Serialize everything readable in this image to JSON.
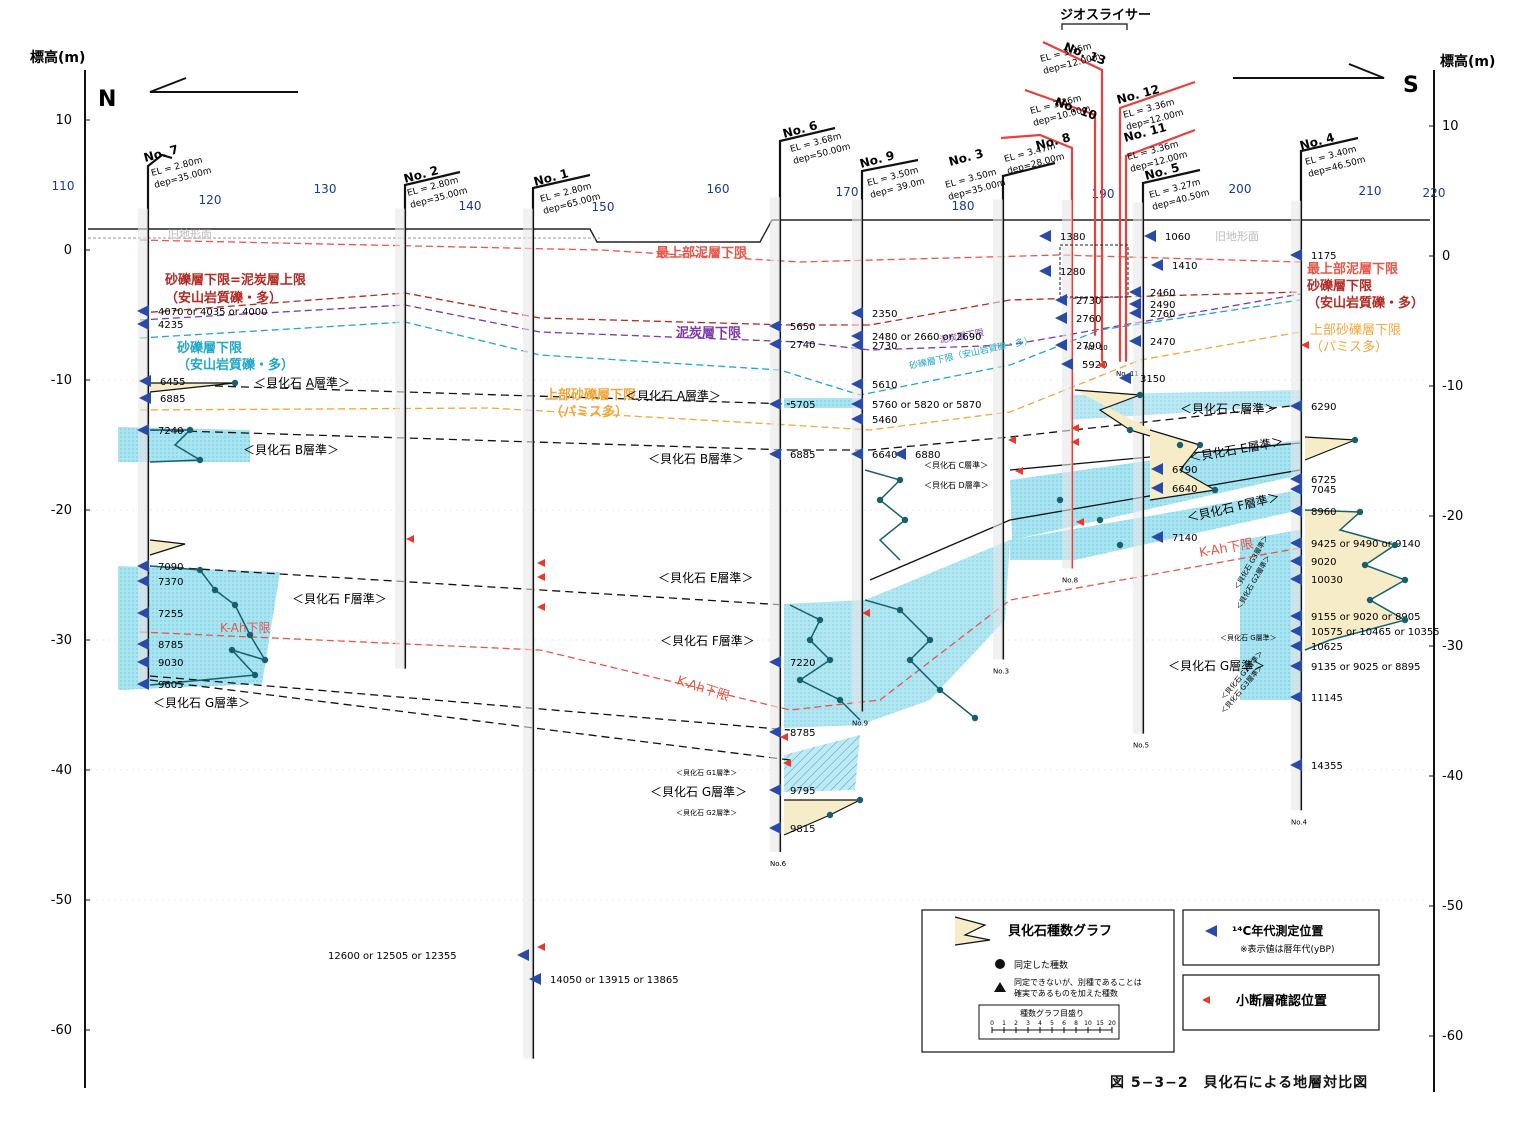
{
  "axis": {
    "left_title": "標高(m)",
    "right_title": "標高(m)",
    "ticks_left": [
      {
        "z": 10,
        "label": "10"
      },
      {
        "z": 0,
        "label": "0"
      },
      {
        "z": -10,
        "label": "-10"
      },
      {
        "z": -20,
        "label": "-20"
      },
      {
        "z": -30,
        "label": "-30"
      },
      {
        "z": -40,
        "label": "-40"
      },
      {
        "z": -50,
        "label": "-50"
      },
      {
        "z": -60,
        "label": "-60"
      }
    ],
    "ticks_right": [
      {
        "z": 10,
        "label": "10"
      },
      {
        "z": 0,
        "label": "0"
      },
      {
        "z": -10,
        "label": "-10"
      },
      {
        "z": -20,
        "label": "-20"
      },
      {
        "z": -30,
        "label": "-30"
      },
      {
        "z": -40,
        "label": "-40"
      },
      {
        "z": -50,
        "label": "-50"
      },
      {
        "z": -60,
        "label": "-60"
      }
    ],
    "distance_ticks": [
      "110",
      "120",
      "130",
      "140",
      "150",
      "160",
      "170",
      "180",
      "190",
      "200",
      "210",
      "220"
    ],
    "north_label": "N",
    "south_label": "S"
  },
  "geo_riser_label": "ジオスライサー",
  "ground_labels": [
    "旧地形面",
    "旧地形面"
  ],
  "boreholes": [
    {
      "id": "no7",
      "name": "No. 7",
      "el": "EL = 2.80m",
      "dep": "dep=35.00m",
      "top": 2.8,
      "bottom": -33.2,
      "foot": ""
    },
    {
      "id": "no2",
      "name": "No. 2",
      "el": "EL = 2.80m",
      "dep": "dep=35.00m",
      "top": 2.8,
      "bottom": -32.2,
      "foot": ""
    },
    {
      "id": "no1",
      "name": "No. 1",
      "el": "EL = 2.80m",
      "dep": "dep=65.00m",
      "top": 2.8,
      "bottom": -62.2,
      "foot": ""
    },
    {
      "id": "no6",
      "name": "No. 6",
      "el": "EL = 3.68m",
      "dep": "dep=50.00m",
      "top": 3.68,
      "bottom": -46.3,
      "foot": "No.6"
    },
    {
      "id": "no9",
      "name": "No. 9",
      "el": "EL = 3.50m",
      "dep": "dep= 39.0m",
      "top": 3.5,
      "bottom": -35.5,
      "foot": "No.9"
    },
    {
      "id": "no3",
      "name": "No. 3",
      "el": "EL = 3.50m",
      "dep": "dep=35.00m",
      "top": 3.5,
      "bottom": -31.5,
      "foot": "No.3"
    },
    {
      "id": "no8",
      "name": "No. 8",
      "el": "EL = 3.47m",
      "dep": "dep=28.00m",
      "top": 3.47,
      "bottom": -24.5,
      "foot": "No.8"
    },
    {
      "id": "no13",
      "name": "No. 13",
      "el": "EL = 3.36m",
      "dep": "dep=12.00m",
      "top": 3.36,
      "bottom": -8.6,
      "foot": ""
    },
    {
      "id": "no10",
      "name": "No. 10",
      "el": "EL = 3.36m",
      "dep": "dep=10.00m",
      "top": 3.36,
      "bottom": -6.6,
      "foot": "No. 10"
    },
    {
      "id": "no12",
      "name": "No. 12",
      "el": "EL = 3.36m",
      "dep": "dep=12.00m",
      "top": 3.36,
      "bottom": -8.6,
      "foot": ""
    },
    {
      "id": "no11",
      "name": "No. 11",
      "el": "EL = 3.36m",
      "dep": "dep=12.00m",
      "top": 3.36,
      "bottom": -8.6,
      "foot": "No. 11"
    },
    {
      "id": "no5",
      "name": "No. 5",
      "el": "EL = 3.27m",
      "dep": "dep=40.50m",
      "top": 3.27,
      "bottom": -37.2,
      "foot": "No.5"
    },
    {
      "id": "no4",
      "name": "No. 4",
      "el": "EL = 3.40m",
      "dep": "dep=46.50m",
      "top": 3.4,
      "bottom": -43.1,
      "foot": "No.4"
    }
  ],
  "boundaries": [
    {
      "id": "b1",
      "color": "#e8564a",
      "label": "最上部泥層下限",
      "label2": ""
    },
    {
      "id": "b2",
      "color": "#b22a22",
      "label": "砂礫層下限=泥炭層上限",
      "label2": "（安山岩質礫・多）"
    },
    {
      "id": "b3",
      "color": "#7a3aa8",
      "label": "泥炭層下限",
      "label2": ""
    },
    {
      "id": "b4",
      "color": "#1fa8c8",
      "label": "砂礫層下限",
      "label2": "（安山岩質礫・多）"
    },
    {
      "id": "b5",
      "color": "#f3a73a",
      "label": "上部砂礫層下限",
      "label2": "（パミス多）"
    },
    {
      "id": "b6",
      "color": "#e8564a",
      "label": "K-Ah下限",
      "label2": ""
    }
  ],
  "right_side_labels": [
    {
      "text": "最上部泥層下限",
      "color": "#e8564a"
    },
    {
      "text": "砂礫層下限",
      "color": "#b22a22"
    },
    {
      "text": "（安山岩質礫・多）",
      "color": "#b22a22"
    },
    {
      "text": "上部砂礫層下限",
      "color": "#f3a73a"
    },
    {
      "text": "（パミス多）",
      "color": "#f3a73a"
    }
  ],
  "shell_labels": [
    "＜貝化石 A層準＞",
    "＜貝化石 A層準＞",
    "＜貝化石 B層準＞",
    "＜貝化石 B層準＞",
    "＜貝化石 C層準＞",
    "＜貝化石 C層準＞",
    "＜貝化石 D層準＞",
    "＜貝化石 E層準＞",
    "＜貝化石 E層準＞",
    "＜貝化石 F層準＞",
    "＜貝化石 F層準＞",
    "＜貝化石 F層準＞",
    "＜貝化石 G層準＞",
    "＜貝化石 G層準＞",
    "＜貝化石 G層準＞",
    "＜貝化石 G層準＞",
    "＜貝化石 G1層準＞",
    "＜貝化石 G2層準＞",
    "＜貝化石 G1層準＞",
    "＜貝化石 G2層準＞",
    "＜貝化石 G3層準＞",
    "砂礫層下限（安山岩質礫・多）",
    "泥炭層下限",
    "＜貝化石 G3層準＞"
  ],
  "ages": [
    "4070 or 4035 or 4000",
    "4235",
    "6455",
    "6885",
    "7240",
    "7090",
    "7370",
    "7255",
    "8785",
    "9030",
    "9605",
    "12600 or 12505 or 12355",
    "14050 or 13915 or 13865",
    "5650",
    "2740",
    "5705",
    "6885",
    "7220",
    "8785",
    "9795",
    "9815",
    "2350",
    "2480 or 2660 or 2690",
    "2730",
    "5610",
    "5760 or 5820 or 5870",
    "5460",
    "6640",
    "6880",
    "2730",
    "2760",
    "2790",
    "1380",
    "1280",
    "5920",
    "3150",
    "1060",
    "1410",
    "2460",
    "2490",
    "2760",
    "2470",
    "6790",
    "6640",
    "7140",
    "1175",
    "6290",
    "6725",
    "7045",
    "8960",
    "9425 or 9490 or 9140",
    "9020",
    "10030",
    "9155 or 9020 or 8905",
    "10575 or 10465 or 10355",
    "10625",
    "9135 or 9025 or 8895",
    "11145",
    "14355"
  ],
  "legend": {
    "graph_label": "貝化石種数グラフ",
    "dot_label": "同定した種数",
    "tri_label_1": "同定できないが、別種であることは",
    "tri_label_2": "確実であるものを加えた種数",
    "scale_title": "種数グラフ目盛り",
    "scale_ticks": [
      "0",
      "1",
      "2",
      "3",
      "4",
      "5",
      "6",
      "8",
      "10",
      "15",
      "20"
    ],
    "c14_label": "¹⁴C年代測定位置",
    "c14_note": "※表示値は暦年代(yBP)",
    "fault_label": "小断層確認位置"
  },
  "caption": "図 5−3−2　貝化石による地層対比図",
  "colors": {
    "fossil_zone": "#7fd6ea",
    "fossil_zone_edge": "#3aa6c6",
    "graph_fill": "#f6edc8",
    "c14_marker": "#2a4aa8",
    "fault_marker": "#e83a2a",
    "boring_top_new": "#e8403a",
    "distance_label": "#1a3a8a",
    "dot": "#16606e"
  }
}
